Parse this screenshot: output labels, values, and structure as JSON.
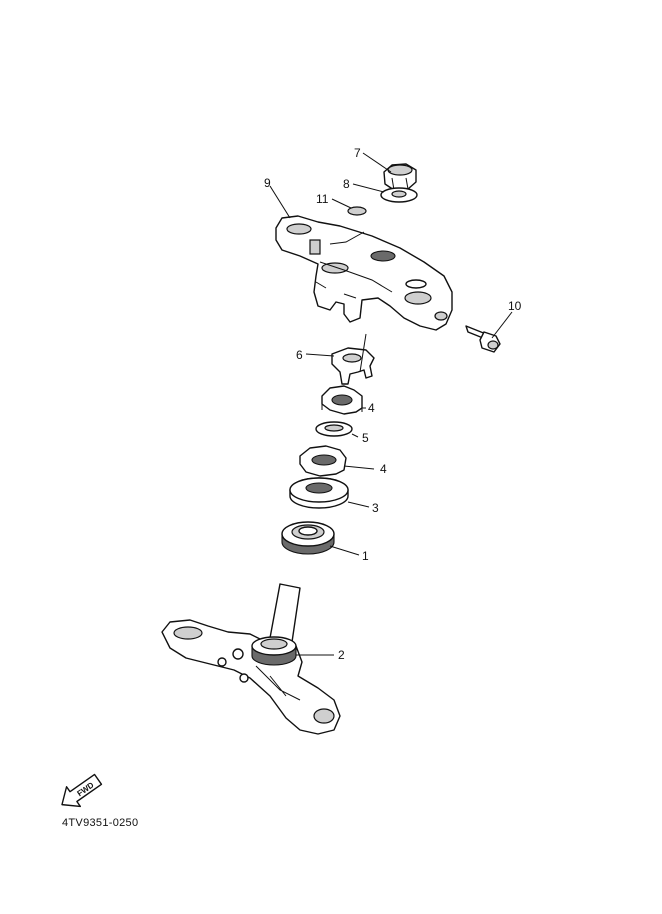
{
  "callouts": {
    "c1": "1",
    "c2": "2",
    "c3": "3",
    "c4a": "4",
    "c4b": "4",
    "c5": "5",
    "c6": "6",
    "c7": "7",
    "c8": "8",
    "c9": "9",
    "c10": "10",
    "c11": "11"
  },
  "fwd_label": "FWD",
  "diagram_code": "4TV9351-0250",
  "icons": {
    "fwd_arrow": "fwd-arrow-icon"
  }
}
